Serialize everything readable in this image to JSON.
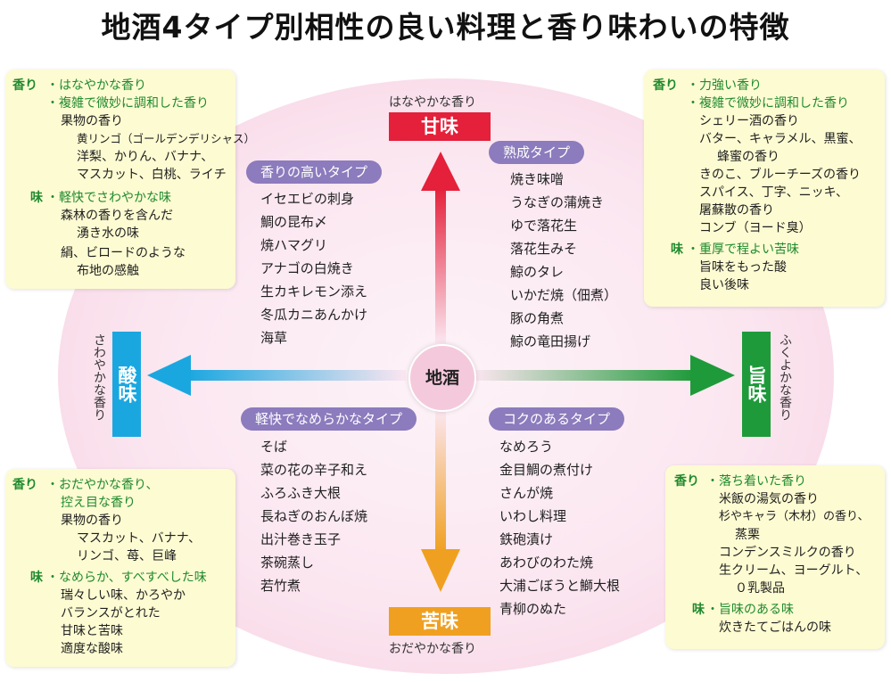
{
  "title": "地酒4タイプ別相性の良い料理と香り味わいの特徴",
  "center": "地酒",
  "axes": {
    "top": {
      "label": "甘味",
      "sub": "はなやかな香り",
      "color": "#e4203a"
    },
    "bottom": {
      "label": "苦味",
      "sub": "おだやかな香り",
      "color": "#f0a020"
    },
    "left": {
      "label": "酸味",
      "sub": "さわやかな香り",
      "color": "#1aa7e0"
    },
    "right": {
      "label": "旨味",
      "sub": "ふくよかな香り",
      "color": "#1f9a3a"
    }
  },
  "quadrants": {
    "tl": {
      "type": "香りの高いタイプ",
      "dishes": [
        "イセエビの刺身",
        "鯛の昆布〆",
        "焼ハマグリ",
        "アナゴの白焼き",
        "生カキレモン添え",
        "冬瓜カニあんかけ",
        "海草"
      ]
    },
    "tr": {
      "type": "熟成タイプ",
      "dishes": [
        "焼き味噌",
        "うなぎの蒲焼き",
        "ゆで落花生",
        "落花生みそ",
        "鯨のタレ",
        "いかだ焼（佃煮）",
        "豚の角煮",
        "鯨の竜田揚げ"
      ]
    },
    "bl": {
      "type": "軽快でなめらかなタイプ",
      "dishes": [
        "そば",
        "菜の花の辛子和え",
        "ふろふき大根",
        "長ねぎのおんぼ焼",
        "出汁巻き玉子",
        "茶碗蒸し",
        "若竹煮"
      ]
    },
    "br": {
      "type": "コクのあるタイプ",
      "dishes": [
        "なめろう",
        "金目鯛の煮付け",
        "さんが焼",
        "いわし料理",
        "鉄砲漬け",
        "あわびのわた焼",
        "大浦ごぼうと鰤大根",
        "青柳のぬた"
      ]
    }
  },
  "notes": {
    "tl": {
      "aroma_label": "香り",
      "aroma": [
        "・はなやかな香り",
        "・複雑で微妙に調和した香り"
      ],
      "aroma_detail": [
        "果物の香り",
        "黄リンゴ（ゴールデンデリシャス）",
        "洋梨、かりん、バナナ、",
        "マスカット、白桃、ライチ"
      ],
      "taste_label": "味",
      "taste": [
        "・軽快でさわやかな味"
      ],
      "taste_detail": [
        "森林の香りを含んだ",
        "湧き水の味",
        "絹、ビロードのような",
        "布地の感触"
      ]
    },
    "tr": {
      "aroma_label": "香り",
      "aroma": [
        "・力強い香り",
        "・複雑で微妙に調和した香り"
      ],
      "aroma_detail": [
        "シェリー酒の香り",
        "バター、キャラメル、黒蜜、",
        "蜂蜜の香り",
        "きのこ、ブルーチーズの香り",
        "スパイス、丁字、ニッキ、",
        "屠蘇散の香り",
        "コンブ（ヨード臭）"
      ],
      "taste_label": "味",
      "taste": [
        "・重厚で程よい苦味"
      ],
      "taste_detail": [
        "旨味をもった酸",
        "良い後味"
      ]
    },
    "bl": {
      "aroma_label": "香り",
      "aroma": [
        "・おだやかな香り、",
        "控え目な香り"
      ],
      "aroma_detail": [
        "果物の香り",
        "マスカット、バナナ、",
        "リンゴ、苺、巨峰"
      ],
      "taste_label": "味",
      "taste": [
        "・なめらか、すべすべした味"
      ],
      "taste_detail": [
        "瑞々しい味、かろやか",
        "バランスがとれた",
        "甘味と苦味",
        "適度な酸味"
      ]
    },
    "br": {
      "aroma_label": "香り",
      "aroma": [
        "・落ち着いた香り"
      ],
      "aroma_detail": [
        "米飯の湯気の香り",
        "杉やキャラ（木材）の香り、",
        "蒸栗",
        "コンデンスミルクの香り",
        "生クリーム、ヨーグルト、",
        "０乳製品"
      ],
      "taste_label": "味",
      "taste": [
        "・旨味のある味"
      ],
      "taste_detail": [
        "炊きたてごはんの味"
      ]
    }
  }
}
